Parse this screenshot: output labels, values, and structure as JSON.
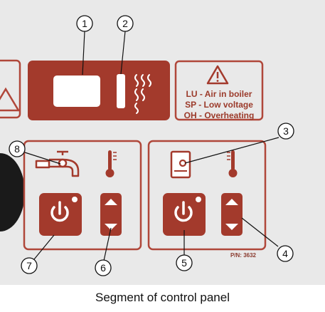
{
  "warning": {
    "lines": [
      "LU - Air in boiler",
      "SP - Low voltage",
      "OH - Overheating"
    ]
  },
  "part_number": "P/N: 3632",
  "callouts": [
    "1",
    "2",
    "3",
    "4",
    "5",
    "6",
    "7",
    "8"
  ],
  "caption": "Segment of control panel",
  "colors": {
    "panel_bg": "#e9e9e9",
    "brand_red": "#a33a2c",
    "outline_red": "#b0473a",
    "white": "#ffffff"
  },
  "icons": [
    "faucet-icon",
    "thermometer-icon",
    "boiler-icon",
    "power-icon",
    "up-down-arrow-icon",
    "warning-triangle-icon",
    "heat-waves-icon"
  ]
}
